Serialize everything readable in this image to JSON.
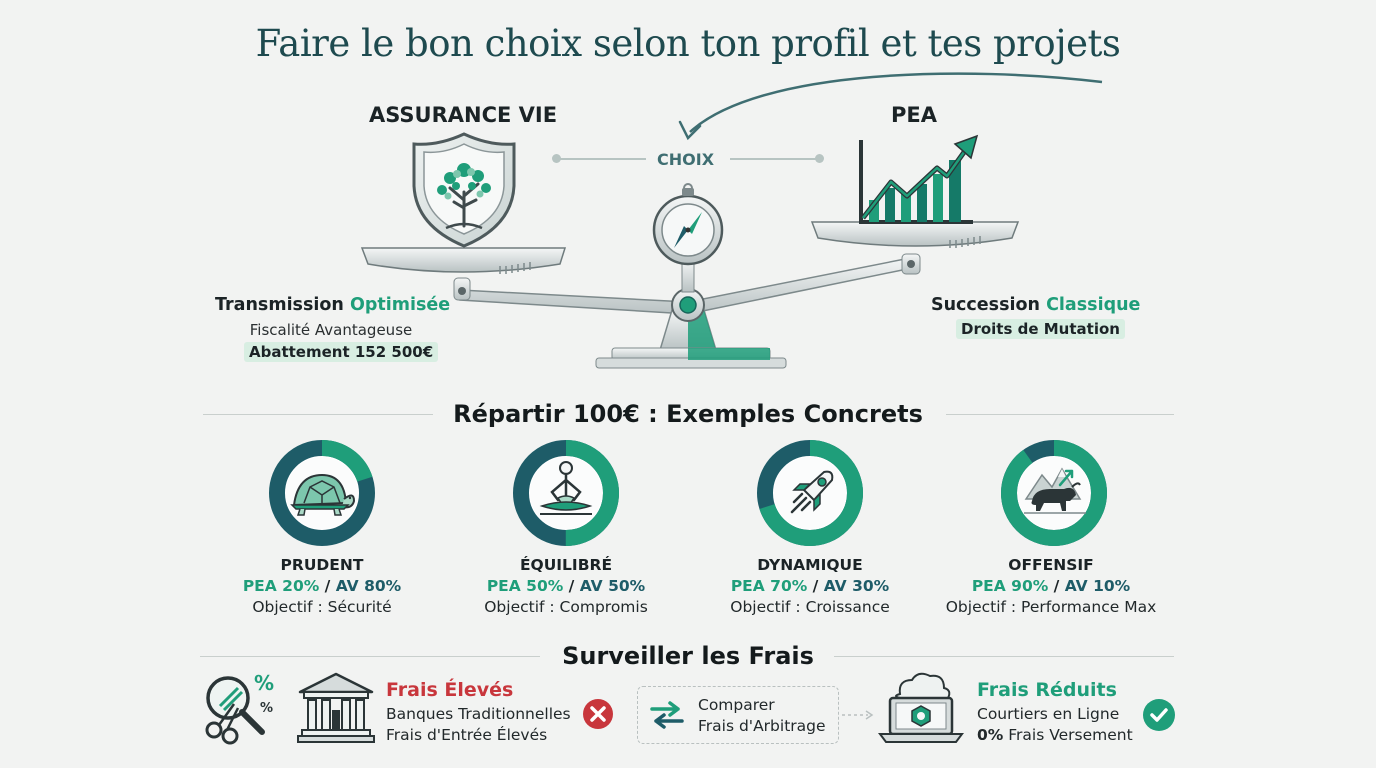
{
  "title": "Faire le bon choix selon ton profil et tes projets",
  "comparison": {
    "choice_label": "CHOIX",
    "left": {
      "name": "ASSURANCE VIE",
      "feature_main": "Transmission",
      "feature_highlight": "Optimisée",
      "sub": "Fiscalité Avantageuse",
      "chip": "Abattement 152 500€",
      "icon": "shield-tree-icon"
    },
    "right": {
      "name": "PEA",
      "feature_main": "Succession",
      "feature_highlight": "Classique",
      "chip": "Droits de Mutation",
      "icon": "growth-chart-icon"
    }
  },
  "allocation": {
    "heading": "Répartir 100€ : Exemples Concrets",
    "profiles": [
      {
        "name": "PRUDENT",
        "pea": "PEA 20%",
        "av": "AV 80%",
        "goal": "Objectif : Sécurité",
        "pea_share": 0.2,
        "icon": "turtle-icon"
      },
      {
        "name": "ÉQUILIBRÉ",
        "pea": "PEA 50%",
        "av": "AV 50%",
        "goal": "Objectif : Compromis",
        "pea_share": 0.5,
        "icon": "meditation-icon"
      },
      {
        "name": "DYNAMIQUE",
        "pea": "PEA 70%",
        "av": "AV 30%",
        "goal": "Objectif : Croissance",
        "pea_share": 0.7,
        "icon": "rocket-icon"
      },
      {
        "name": "OFFENSIF",
        "pea": "PEA 90%",
        "av": "AV 10%",
        "goal": "Objectif : Performance Max",
        "pea_share": 0.9,
        "icon": "bull-icon"
      }
    ],
    "colors": {
      "pea": "#1f9e7a",
      "av": "#1e5c68"
    }
  },
  "fees": {
    "heading": "Surveiller les Frais",
    "high": {
      "title": "Frais Élevés",
      "line1": "Banques Traditionnelles",
      "line2": "Frais d'Entrée Élevés"
    },
    "compare": {
      "line1": "Comparer",
      "line2": "Frais d'Arbitrage"
    },
    "low": {
      "title": "Frais Réduits",
      "line1": "Courtiers en Ligne",
      "line2_bold": "0%",
      "line2_rest": "Frais Versement"
    }
  }
}
